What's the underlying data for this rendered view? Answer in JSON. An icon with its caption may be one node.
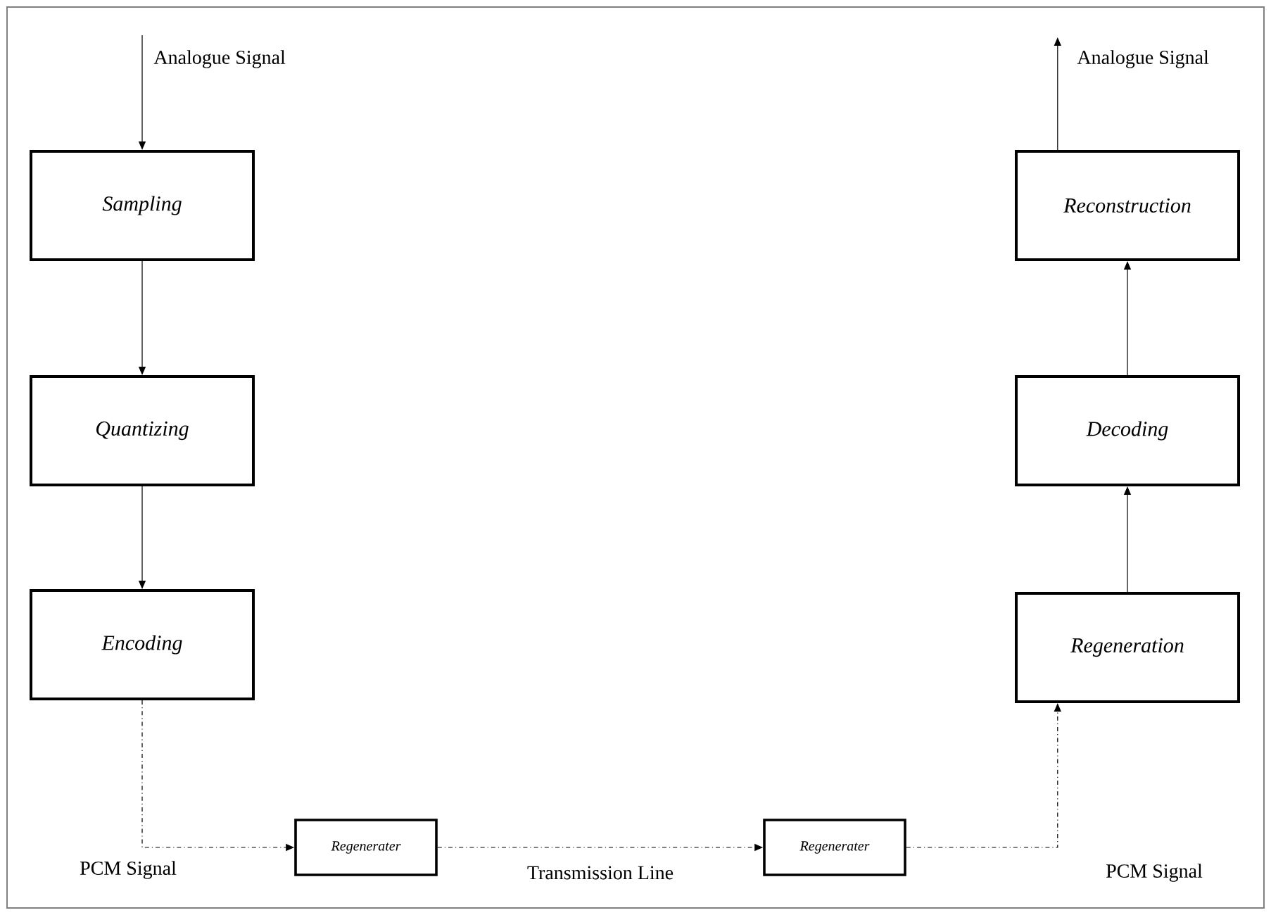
{
  "diagram": {
    "nodes": [
      {
        "text": [
          "Sampling"
        ]
      },
      {
        "text": [
          "Quantizing"
        ]
      },
      {
        "text": [
          "Encoding"
        ]
      },
      {
        "text": [
          "Regenerater"
        ]
      },
      {
        "text": [
          "Regenerater"
        ]
      },
      {
        "text": [
          "Regeneration"
        ]
      },
      {
        "text": [
          "Decoding"
        ]
      },
      {
        "text": [
          "Reconstruction"
        ]
      }
    ],
    "edges": [
      {
        "from": null,
        "to": 0,
        "arrow": "to",
        "label": "Analogue Signal"
      },
      {
        "from": 0,
        "to": 1,
        "arrow": "to"
      },
      {
        "from": 1,
        "to": 2,
        "arrow": "to"
      },
      {
        "from": 2,
        "to": 3,
        "arrow": "to",
        "label": "PCM Signal",
        "style": "dashed"
      },
      {
        "from": 3,
        "to": 4,
        "arrow": "to",
        "label": "Transmission Line",
        "style": "dashed"
      },
      {
        "from": 4,
        "to": 5,
        "arrow": "to",
        "label": "PCM Signal",
        "style": "dashed"
      },
      {
        "from": 5,
        "to": 6,
        "arrow": "to"
      },
      {
        "from": 6,
        "to": 7,
        "arrow": "to"
      },
      {
        "from": 7,
        "to": null,
        "arrow": "to",
        "label": "Analogue Signal"
      }
    ]
  }
}
